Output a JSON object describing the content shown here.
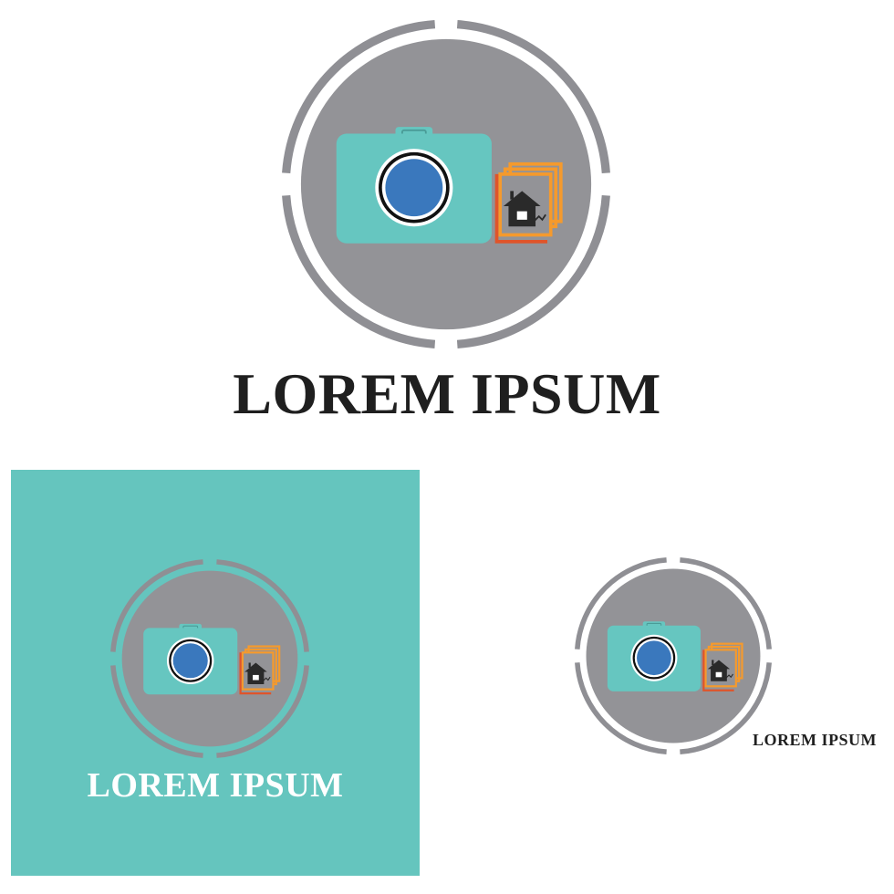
{
  "colors": {
    "background": "#ffffff",
    "ring": "#8f8f94",
    "disc": "#939397",
    "camera_body": "#66c6c0",
    "lens_blue": "#3a78bd",
    "lens_ring": "#111111",
    "photo_orange": "#f59a2d",
    "photo_red": "#e0542a",
    "house": "#2a2a2a",
    "panel_teal": "#65c5be",
    "wordmark_dark": "#1f1f1f",
    "wordmark_light": "#ffffff"
  },
  "icons": {
    "primary": "camera-icon",
    "secondary": "house-photo-icon"
  },
  "logos": [
    {
      "variant": "large",
      "text": "LOREM IPSUM",
      "on_background": "white"
    },
    {
      "variant": "teal-panel",
      "text": "LOREM IPSUM",
      "on_background": "teal"
    },
    {
      "variant": "small",
      "text": "LOREM IPSUM",
      "on_background": "white"
    }
  ]
}
